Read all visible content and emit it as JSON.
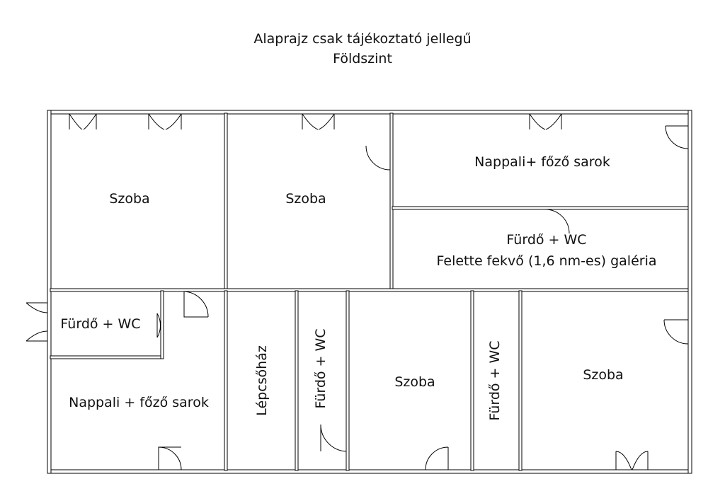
{
  "header": {
    "title": "Alaprajz csak tájékoztató jellegű",
    "subtitle": "Földszint"
  },
  "rooms": [
    {
      "id": "szoba-1",
      "label": "Szoba"
    },
    {
      "id": "szoba-2",
      "label": "Szoba"
    },
    {
      "id": "nappali-top",
      "label": "Nappali+ főző sarok"
    },
    {
      "id": "furdo-gallery",
      "line1": "Fürdő + WC",
      "line2": "Felette fekvő (1,6 nm-es) galéria"
    },
    {
      "id": "furdo-small",
      "label": "Fürdő + WC"
    },
    {
      "id": "nappali-bottom",
      "label": "Nappali + főző sarok"
    },
    {
      "id": "lepcsohaz",
      "label": "Lépcsőház"
    },
    {
      "id": "furdo-vert-1",
      "label": "Fürdő + WC"
    },
    {
      "id": "szoba-3",
      "label": "Szoba"
    },
    {
      "id": "furdo-vert-2",
      "label": "Fürdő + WC"
    },
    {
      "id": "szoba-4",
      "label": "Szoba"
    }
  ]
}
